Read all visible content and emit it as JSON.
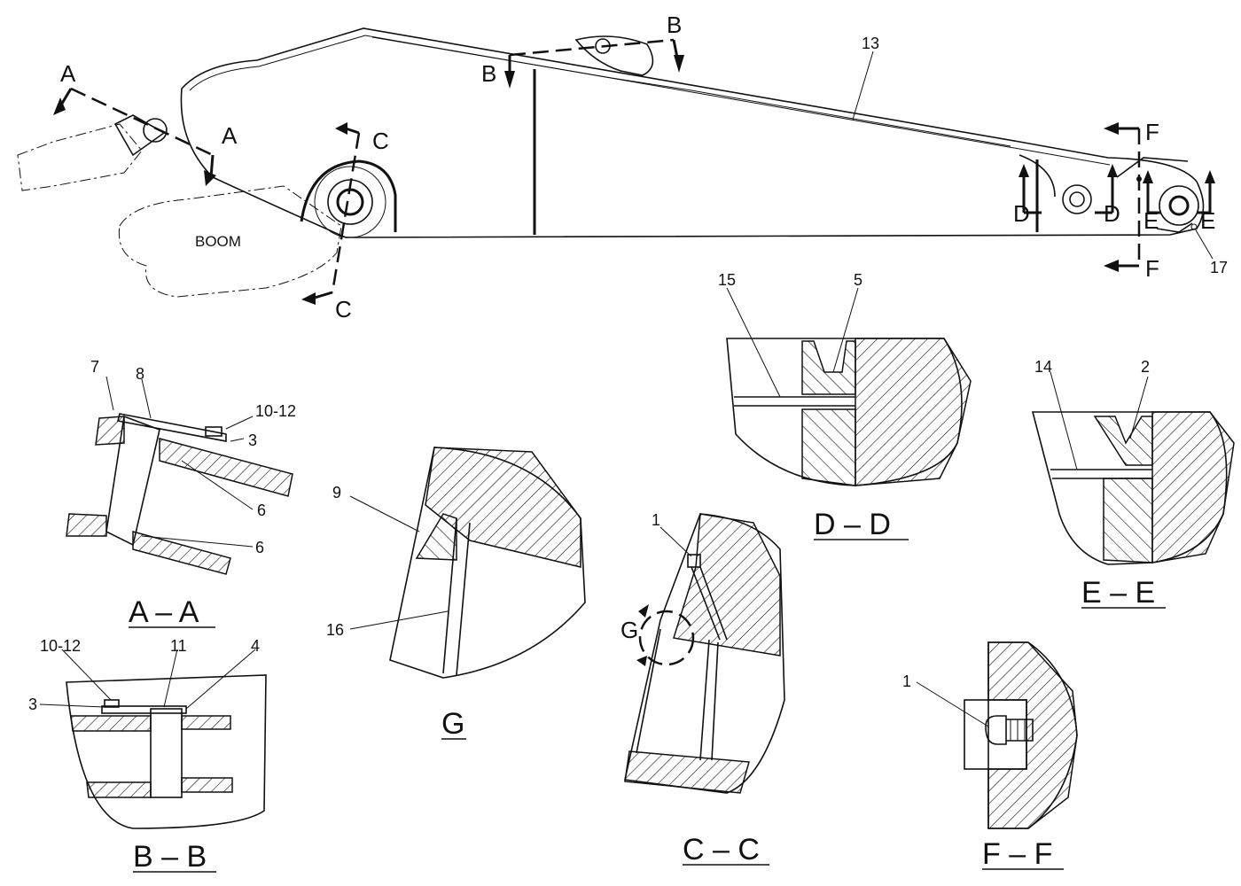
{
  "main_view": {
    "boom_label": "BOOM",
    "callouts": {
      "arm": "13",
      "grease_fitting_bottom": "17"
    },
    "cut_markers": {
      "a_left": "A",
      "a_right": "A",
      "b_left": "B",
      "b_right": "B",
      "c_top": "C",
      "c_bottom": "C",
      "d_left": "D",
      "d_right": "D",
      "e_left": "E",
      "e_right": "E",
      "f_top": "F",
      "f_bottom": "F"
    }
  },
  "sections": {
    "aa": {
      "title": "A – A",
      "labels": {
        "l7": "7",
        "l8": "8",
        "l10_12": "10-12",
        "l3": "3",
        "l6a": "6",
        "l6b": "6"
      }
    },
    "bb": {
      "title": "B – B",
      "labels": {
        "l10_12": "10-12",
        "l11": "11",
        "l4": "4",
        "l3": "3"
      }
    },
    "g": {
      "title": "G",
      "labels": {
        "l9": "9",
        "l16": "16"
      }
    },
    "cc": {
      "title": "C – C",
      "labels": {
        "l1": "1",
        "detail_g": "G"
      }
    },
    "dd": {
      "title": "D – D",
      "labels": {
        "l15": "15",
        "l5": "5"
      }
    },
    "ee": {
      "title": "E – E",
      "labels": {
        "l14": "14",
        "l2": "2"
      }
    },
    "ff": {
      "title": "F – F",
      "labels": {
        "l1": "1"
      }
    }
  }
}
